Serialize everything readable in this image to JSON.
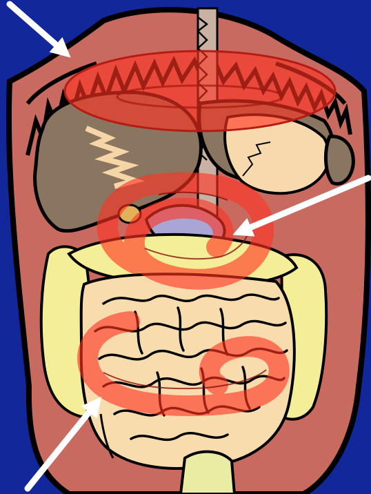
{
  "colors": {
    "background": "#12279a",
    "abdomen_wall": "#c96a61",
    "outline": "#000000",
    "liver": "#8a7560",
    "liver_highlight": "#f6d5a6",
    "stomach": "#f8d9ae",
    "small_intestine": "#f8dcae",
    "colon": "#f5ee99",
    "spine": "#c9b1a4",
    "rectum": "#e9eca2",
    "bladder": "#a9a6d6",
    "gall_bladder": "#e1b05a",
    "highlight_overlay": "#ff3322",
    "arrow": "#ffffff"
  },
  "highlights": [
    {
      "id": "upper-abdomen-ellipse"
    },
    {
      "id": "mid-abdomen-spiral"
    },
    {
      "id": "lower-abdomen-spiral"
    }
  ],
  "arrows": [
    {
      "id": "arrow-upper-left",
      "target": "upper-abdomen-ellipse"
    },
    {
      "id": "arrow-right",
      "target": "mid-abdomen-spiral"
    },
    {
      "id": "arrow-lower-left",
      "target": "lower-abdomen-spiral"
    }
  ]
}
